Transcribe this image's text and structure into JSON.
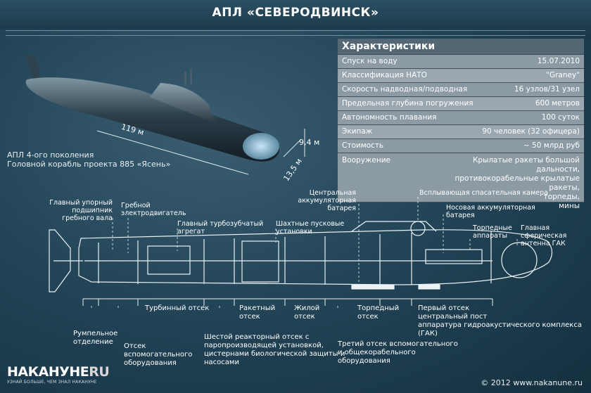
{
  "title": "АПЛ «СЕВЕРОДВИНСК»",
  "characteristics": {
    "header": "Характеристики",
    "rows": [
      {
        "label": "Спуск на воду",
        "value": "15.07.2010"
      },
      {
        "label": "Классификация НАТО",
        "value": "\"Graney\""
      },
      {
        "label": "Скорость надводная/подводная",
        "value": "16 узлов/31 узел"
      },
      {
        "label": "Предельная глубина погружения",
        "value": "600 метров"
      },
      {
        "label": "Автономность плавания",
        "value": "100 суток"
      },
      {
        "label": "Экипаж",
        "value": "90 человек (32 офицера)"
      },
      {
        "label": "Стоимость",
        "value": "~ 50 млрд руб"
      }
    ],
    "armament": {
      "label": "Вооружение",
      "lines": [
        "Крылатые ракеты большой дальности,",
        "противокорабельные крылатые ракеты,",
        "торпеды,",
        "мины"
      ]
    }
  },
  "dimensions": {
    "length": "119 м",
    "height": "9,4 м",
    "width": "13,5 м"
  },
  "caption": {
    "line1": "АПЛ 4-ого поколения",
    "line2": "Головной корабль проекта 885 «Ясень»"
  },
  "upper_labels": {
    "bearing": [
      "Главный упорный",
      "подшипник",
      "гребного вала"
    ],
    "motor": [
      "Гребной",
      "электродвигатель"
    ],
    "turbo": [
      "Главный турбозубчатый",
      "агрегат"
    ],
    "silos": [
      "Шахтные пусковые",
      "установки"
    ],
    "battery_central": [
      "Центральная",
      "аккумуляторная",
      "батарея"
    ],
    "rescue": [
      "Всплывающая спасательная камера"
    ],
    "battery_bow": [
      "Носовая аккумуляторная",
      "батарея"
    ],
    "torpedo_tubes": [
      "Торпедные",
      "аппараты"
    ],
    "sonar": [
      "Главная",
      "сферическая",
      "антенна ГАК"
    ]
  },
  "compartments": {
    "turbine": "Турбинный отсек",
    "missile": [
      "Ракетный",
      "отсек"
    ],
    "living": [
      "Жилой",
      "отсек"
    ],
    "torpedo": [
      "Торпедный",
      "отсек"
    ],
    "first": [
      "Первый отсек",
      "центральный пост",
      "аппаратура гидроакустического комплекса (ГАК)"
    ],
    "rudder": [
      "Румпельное",
      "отделение"
    ],
    "aux": [
      "Отсек",
      "вспомогательного",
      "оборудования"
    ],
    "reactor": [
      "Шестой реакторный отсек с",
      "паропроизводящей установкой,",
      "цистернами биологической защиты и",
      "насосами"
    ],
    "third": [
      "Третий отсек вспомогательного",
      "и общекорабельного",
      "оборудования"
    ]
  },
  "footer": {
    "copyright": "© 2012 www.nakanune.ru",
    "logo_main": "НАКАНУНЕ",
    "logo_suffix": "RU",
    "slogan": "УЗНАЙ БОЛЬШЕ, ЧЕМ ЗНАЛ НАКАНУНЕ"
  }
}
